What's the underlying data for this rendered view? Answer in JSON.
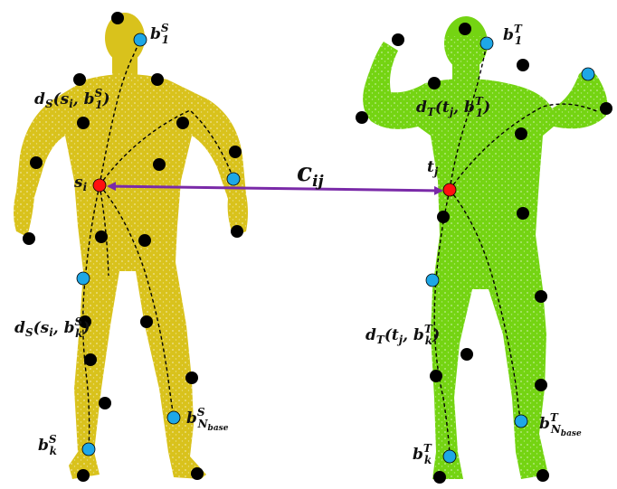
{
  "figure": {
    "colors": {
      "source_body": "#d9c21c",
      "target_body": "#74d412",
      "black_point": "#000000",
      "blue_point": "#1ea7e6",
      "red_point": "#ff1010",
      "arrow": "#7a2aa8",
      "path": "#000000"
    },
    "correspondence": {
      "base": "c",
      "sub": "ij"
    },
    "source": {
      "name": "S",
      "point": {
        "base": "s",
        "sub": "i"
      },
      "b1": {
        "base": "b",
        "sup": "S",
        "sub": "1"
      },
      "bk": {
        "base": "b",
        "sup": "S",
        "sub": "k"
      },
      "bN": {
        "base": "b",
        "sup": "S",
        "sub": "N",
        "subsub": "base"
      },
      "d1": {
        "pre": "d",
        "pre_sub": "S",
        "open": "(",
        "a": "s",
        "a_sub": "i",
        "sep": ", ",
        "b": "b",
        "b_sup": "S",
        "b_sub": "1",
        "close": ")"
      },
      "dk": {
        "pre": "d",
        "pre_sub": "S",
        "open": "(",
        "a": "s",
        "a_sub": "i",
        "sep": ", ",
        "b": "b",
        "b_sup": "S",
        "b_sub": "k",
        "close": ")"
      }
    },
    "target": {
      "name": "T",
      "point": {
        "base": "t",
        "sub": "j"
      },
      "b1": {
        "base": "b",
        "sup": "T",
        "sub": "1"
      },
      "bk": {
        "base": "b",
        "sup": "T",
        "sub": "k"
      },
      "bN": {
        "base": "b",
        "sup": "T",
        "sub": "N",
        "subsub": "base"
      },
      "d1": {
        "pre": "d",
        "pre_sub": "T",
        "open": "(",
        "a": "t",
        "a_sub": "j",
        "sep": ", ",
        "b": "b",
        "b_sup": "T",
        "b_sub": "1",
        "close": ")"
      },
      "dk": {
        "pre": "d",
        "pre_sub": "T",
        "open": "(",
        "a": "t",
        "a_sub": "j",
        "sep": ", ",
        "b": "b",
        "b_sup": "T",
        "b_sub": "k",
        "close": ")"
      }
    }
  }
}
